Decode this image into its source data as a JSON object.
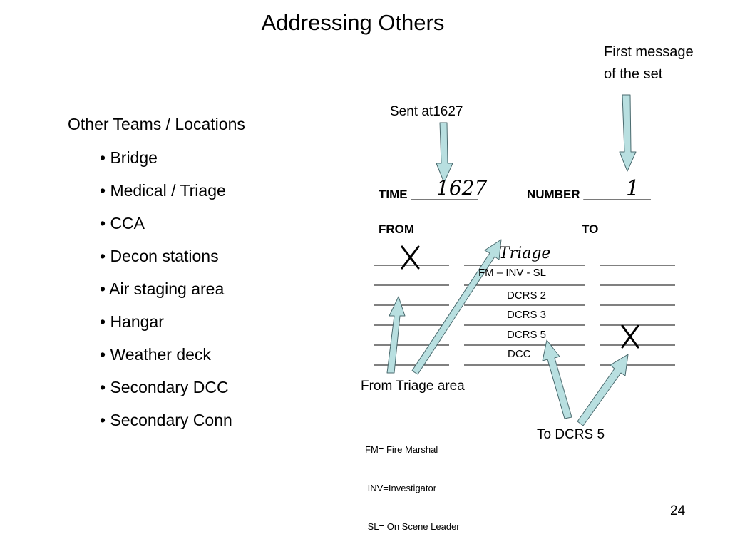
{
  "title": "Addressing Others",
  "teams": {
    "heading": "Other Teams / Locations",
    "items": [
      "• Bridge",
      "• Medical / Triage",
      "• CCA",
      "• Decon stations",
      "• Air staging area",
      "• Hangar",
      "• Weather deck",
      "• Secondary DCC",
      "• Secondary Conn"
    ]
  },
  "callouts": {
    "first_message_line1": "First message",
    "first_message_line2": "of the set",
    "sent_at": "Sent at1627",
    "from_triage": "From Triage area",
    "to_dcrs": "To DCRS 5"
  },
  "form": {
    "time_label": "TIME __________",
    "time_value": "1627",
    "number_label": "NUMBER __________",
    "number_value": "1",
    "from_label": "FROM",
    "to_label": "TO",
    "handwritten_from": "Triage",
    "rows": [
      "FM – INV - SL",
      "DCRS 2",
      "DCRS 3",
      "DCRS 5",
      "DCC"
    ]
  },
  "legend": {
    "line1": "FM= Fire Marshal",
    "line2": " INV=Investigator",
    "line3": " SL= On Scene Leader"
  },
  "page_number": "24",
  "colors": {
    "arrow_fill": "#b8dfe0",
    "arrow_stroke": "#4a6a6e"
  }
}
